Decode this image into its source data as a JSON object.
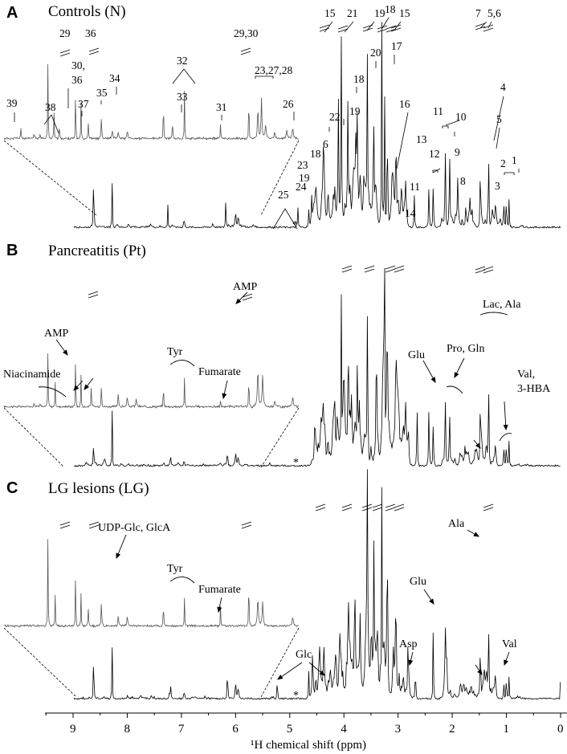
{
  "chart_data": {
    "type": "line",
    "xlabel": "¹H chemical shift (ppm)",
    "x_ticks": [
      9,
      8,
      7,
      6,
      5,
      4,
      3,
      2,
      1,
      0
    ],
    "xlim": [
      9.8,
      0
    ],
    "panels": [
      {
        "letter": "A",
        "title": "Controls (N)",
        "peak_labels": [
          {
            "text": "39",
            "ppm": 9.52,
            "inset": true
          },
          {
            "text": "38",
            "ppm": 9.3,
            "inset": true
          },
          {
            "text": "29",
            "ppm": 9.07,
            "inset": true
          },
          {
            "text": "30,",
            "ppm": 8.98,
            "inset": true
          },
          {
            "text": "36",
            "ppm": 8.98,
            "inset": true
          },
          {
            "text": "37",
            "ppm": 8.88,
            "inset": true
          },
          {
            "text": "36",
            "ppm": 8.61,
            "inset": true
          },
          {
            "text": "35",
            "ppm": 8.4,
            "inset": true
          },
          {
            "text": "34",
            "ppm": 8.18,
            "inset": true
          },
          {
            "text": "32",
            "ppm": 6.95,
            "inset": true
          },
          {
            "text": "33",
            "ppm": 7.0,
            "inset": true
          },
          {
            "text": "31",
            "ppm": 6.2,
            "inset": true
          },
          {
            "text": "29,30",
            "ppm": 5.73,
            "inset": true
          },
          {
            "text": "23,27,28",
            "ppm": 5.55,
            "inset": true
          },
          {
            "text": "26",
            "ppm": 5.05,
            "inset": true
          },
          {
            "text": "25",
            "ppm": 5.25
          },
          {
            "text": "24",
            "ppm": 4.85
          },
          {
            "text": "23",
            "ppm": 4.55
          },
          {
            "text": "19",
            "ppm": 4.4
          },
          {
            "text": "18",
            "ppm": 4.6
          },
          {
            "text": "6",
            "ppm": 4.25
          },
          {
            "text": "22",
            "ppm": 4.1
          },
          {
            "text": "15",
            "ppm": 4.15
          },
          {
            "text": "21",
            "ppm": 3.72
          },
          {
            "text": "19",
            "ppm": 3.4
          },
          {
            "text": "18",
            "ppm": 3.22
          },
          {
            "text": "15",
            "ppm": 2.98
          },
          {
            "text": "20",
            "ppm": 3.45
          },
          {
            "text": "17",
            "ppm": 3.02
          },
          {
            "text": "18",
            "ppm": 3.65
          },
          {
            "text": "19",
            "ppm": 3.7
          },
          {
            "text": "16",
            "ppm": 3.05
          },
          {
            "text": "13",
            "ppm": 2.45
          },
          {
            "text": "12",
            "ppm": 2.35
          },
          {
            "text": "11",
            "ppm": 2.5
          },
          {
            "text": "11",
            "ppm": 2.25
          },
          {
            "text": "10",
            "ppm": 2.0
          },
          {
            "text": "14",
            "ppm": 2.72
          },
          {
            "text": "9",
            "ppm": 1.9
          },
          {
            "text": "8",
            "ppm": 1.74
          },
          {
            "text": "7",
            "ppm": 1.48
          },
          {
            "text": "5,6",
            "ppm": 1.28
          },
          {
            "text": "4",
            "ppm": 1.2
          },
          {
            "text": "5",
            "ppm": 1.2
          },
          {
            "text": "3",
            "ppm": 1.15
          },
          {
            "text": "2",
            "ppm": 1.05
          },
          {
            "text": "1",
            "ppm": 0.95
          }
        ]
      },
      {
        "letter": "B",
        "title": "Pancreatitis (Pt)",
        "annotations": [
          "Niacinamide",
          "AMP",
          "Tyr",
          "Fumarate",
          "AMP",
          "Glu",
          "Pro, Gln",
          "Lac, Ala",
          "Val,",
          "3-HBA"
        ]
      },
      {
        "letter": "C",
        "title": "LG lesions (LG)",
        "annotations": [
          "UDP-Glc, GlcA",
          "Tyr",
          "Fumarate",
          "Glc",
          "Asp",
          "Glu",
          "Ala",
          "Val"
        ]
      }
    ],
    "asterisk": "*"
  }
}
